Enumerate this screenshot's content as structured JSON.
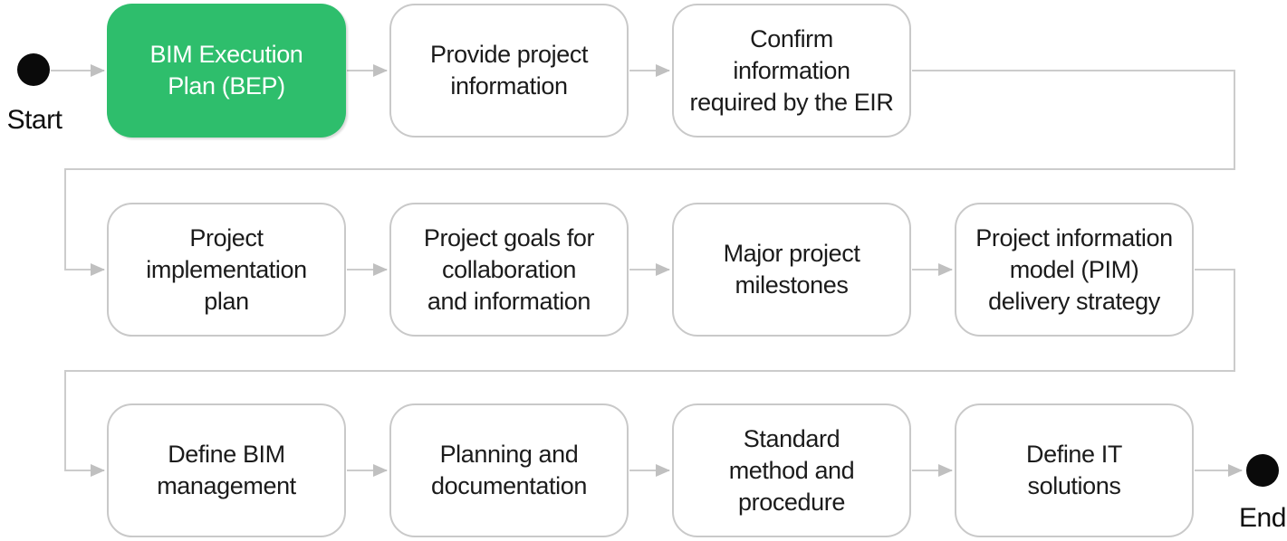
{
  "diagram": {
    "start": {
      "label": "Start"
    },
    "end": {
      "label": "End"
    },
    "colors": {
      "highlight": "#2ebe6c",
      "connector": "#cccccc",
      "box_border": "#c9c9c9",
      "box_text": "#1b1b1b",
      "arrowhead": "#c0c0c0",
      "terminal": "#0a0a0a"
    },
    "rows": [
      {
        "boxes": [
          {
            "label": "BIM Execution\nPlan (BEP)",
            "highlighted": true
          },
          {
            "label": "Provide project\ninformation",
            "highlighted": false
          },
          {
            "label": "Confirm\ninformation\nrequired by the EIR",
            "highlighted": false
          }
        ]
      },
      {
        "boxes": [
          {
            "label": "Project\nimplementation\nplan",
            "highlighted": false
          },
          {
            "label": "Project goals for\ncollaboration\nand information",
            "highlighted": false
          },
          {
            "label": "Major project\nmilestones",
            "highlighted": false
          },
          {
            "label": "Project information\nmodel (PIM)\ndelivery strategy",
            "highlighted": false
          }
        ]
      },
      {
        "boxes": [
          {
            "label": "Define BIM\nmanagement",
            "highlighted": false
          },
          {
            "label": "Planning and\ndocumentation",
            "highlighted": false
          },
          {
            "label": "Standard\nmethod and\nprocedure",
            "highlighted": false
          },
          {
            "label": "Define IT\nsolutions",
            "highlighted": false
          }
        ]
      }
    ]
  }
}
